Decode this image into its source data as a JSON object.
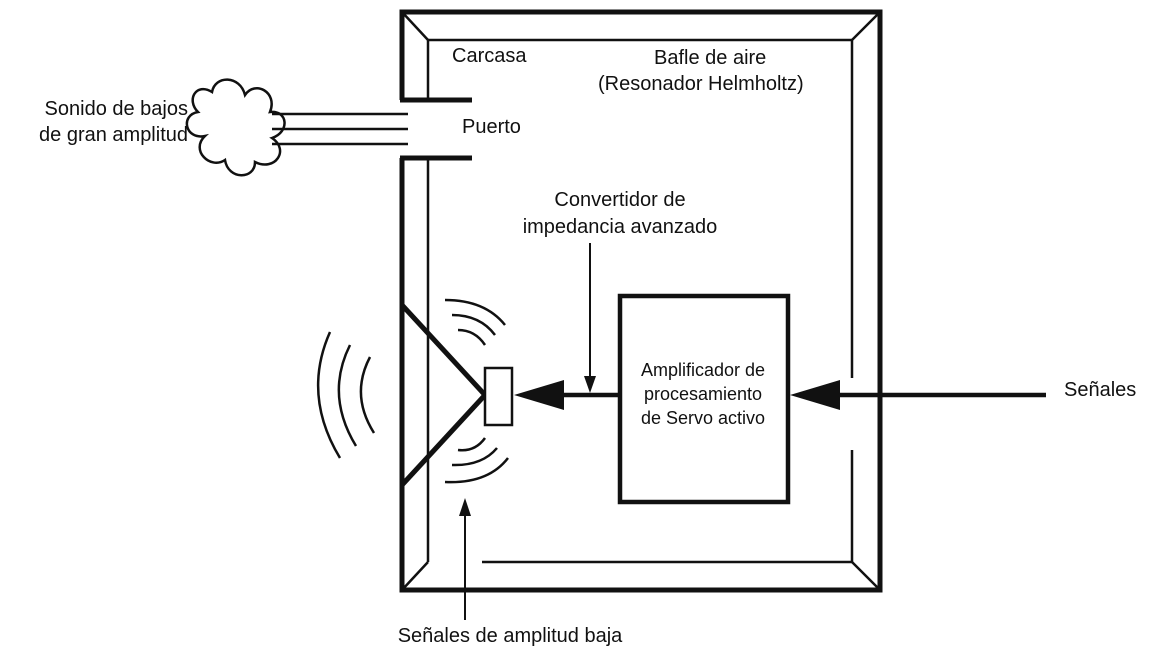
{
  "labels": {
    "housing": "Carcasa",
    "air_baffle_line1": "Bafle de aire",
    "air_baffle_line2": "(Resonador Helmholtz)",
    "port": "Puerto",
    "bass_sound_line1": "Sonido de bajos",
    "bass_sound_line2": "de gran amplitud",
    "converter_line1": "Convertidor de",
    "converter_line2": "impedancia avanzado",
    "amplifier_line1": "Amplificador de",
    "amplifier_line2": "procesamiento",
    "amplifier_line3": "de Servo activo",
    "signals": "Señales",
    "low_amplitude_signals": "Señales de amplitud baja"
  },
  "colors": {
    "line": "#111111",
    "background": "#ffffff"
  }
}
